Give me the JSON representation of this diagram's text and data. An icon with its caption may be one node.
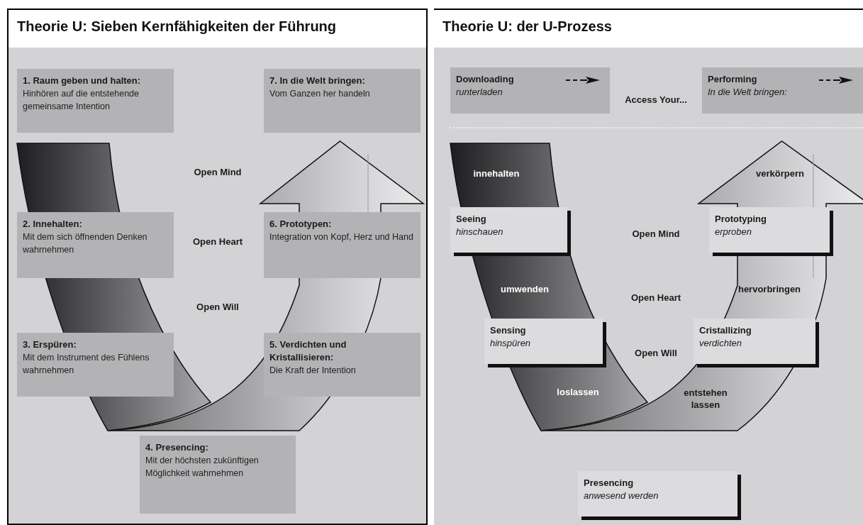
{
  "diagram": {
    "nodes": [
      {
        "text": [
          "Theorie U: Sieben Kernfähigkeiten der Führung"
        ]
      },
      {
        "text": [
          "1. Raum geben und halten:",
          "Hinhören auf die entstehende gemeinsame Intention"
        ],
        "in": 0
      },
      {
        "text": [
          "7. In die Welt bringen:",
          "Vom Ganzen her handeln"
        ],
        "in": 0
      },
      {
        "text": [
          "2. Innehalten:",
          "Mit dem sich öffnenden Denken wahrnehmen"
        ],
        "in": 0
      },
      {
        "text": [
          "6. Prototypen:",
          "Integration von Kopf, Herz und Hand"
        ],
        "in": 0
      },
      {
        "text": [
          "3. Erspüren:",
          "Mit dem Instrument des Fühlens wahrnehmen"
        ],
        "in": 0
      },
      {
        "text": [
          "5. Verdichten und Kristallisieren:",
          "Die Kraft der Intention"
        ],
        "in": 0
      },
      {
        "text": [
          "4. Presencing:",
          "Mit der höchsten zukünftigen Möglichkeit wahrnehmen"
        ],
        "in": 0
      },
      {
        "text": [
          "Theorie U: der U-Prozess"
        ]
      },
      {
        "text": [
          "Downloading",
          "runterladen"
        ],
        "in": 8
      },
      {
        "text": [
          "Performing",
          "In die Welt bringen:"
        ],
        "in": 8
      },
      {
        "text": [
          "Seeing",
          "hinschauen"
        ],
        "in": 8
      },
      {
        "text": [
          "Prototyping",
          "erproben"
        ],
        "in": 8
      },
      {
        "text": [
          "Sensing",
          "hinspüren"
        ],
        "in": 8
      },
      {
        "text": [
          "Cristallizing",
          "verdichten"
        ],
        "in": 8
      },
      {
        "text": [
          "Presencing",
          "anwesend werden"
        ],
        "in": 8
      }
    ],
    "labels": [
      "Open Mind",
      "Open Heart",
      "Open Will",
      "Access Your...",
      "innehalten",
      "verkörpern",
      "Open Mind",
      "umwenden",
      "hervorbringen",
      "Open Heart",
      "Open Will",
      "loslassen",
      "entstehen lassen"
    ]
  }
}
